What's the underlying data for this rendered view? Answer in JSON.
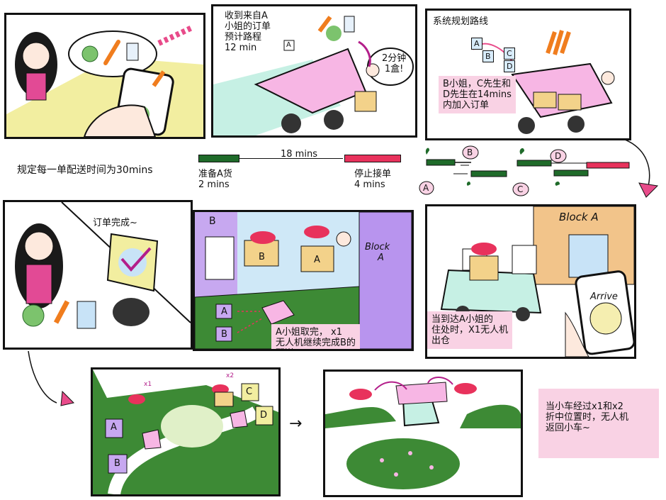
{
  "panel1": {
    "icon_names": [
      "girl-figure",
      "cabbage-icon",
      "carrot-icon",
      "milk-carton-icon",
      "phone-icon"
    ]
  },
  "panel2": {
    "caption_lines": [
      "收到来自A",
      "小姐的订单",
      "预计路程",
      "12 min"
    ],
    "box_label": "A",
    "bubble_lines": [
      "2分钟",
      "1盒!"
    ]
  },
  "panel3": {
    "title": "系统规划路线",
    "node_labels": [
      "A",
      "B",
      "C",
      "D"
    ],
    "note_lines": [
      "B小姐，C先生和",
      "D先生在14mins",
      "内加入订单"
    ]
  },
  "timeline": {
    "rule": "规定每一单配送时间为30mins",
    "middle": "18 mins",
    "left_lines": [
      "准备A货",
      "2 mins"
    ],
    "right_lines": [
      "停止接单",
      "4 mins"
    ],
    "markers": [
      "A",
      "B",
      "C",
      "D"
    ],
    "colors": {
      "green": "#1f6b2a",
      "red": "#e8325c"
    }
  },
  "panel4": {
    "caption": "订单完成~"
  },
  "panel5": {
    "door_label": "B",
    "block_label": "Block",
    "block_letter": "A",
    "box_labels": [
      "B",
      "A"
    ],
    "map_labels": [
      "A",
      "B"
    ],
    "note_lines": [
      "A小姐取完，  x1",
      "无人机继续完成B的",
      "配送"
    ]
  },
  "panel6": {
    "sign": "Block A",
    "phone_text": "Arrive",
    "note_lines": [
      "当到达A小姐的",
      "住处时，X1无人机",
      "出仓"
    ]
  },
  "panel7": {
    "labels": [
      "A",
      "B",
      "C",
      "D"
    ],
    "drone_tags": [
      "x1",
      "x2"
    ]
  },
  "panel8": {
    "arrow": "→"
  },
  "final_note": [
    "当小车经过x1和x2",
    "折中位置时，无人机",
    "返回小车~"
  ]
}
